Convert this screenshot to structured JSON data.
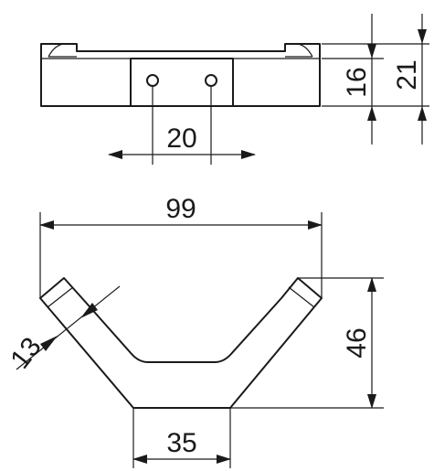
{
  "drawing": {
    "type": "technical-dimension-drawing",
    "subject": "double coat hook",
    "units": "mm",
    "top_view": {
      "dimensions": {
        "hole_spacing": "20",
        "inner_height": "16",
        "total_height": "21"
      }
    },
    "front_view": {
      "dimensions": {
        "overall_width": "99",
        "arm_width": "13",
        "height": "46",
        "base_width": "35"
      }
    },
    "colors": {
      "line": "#1a1a1a",
      "background": "#ffffff"
    }
  }
}
